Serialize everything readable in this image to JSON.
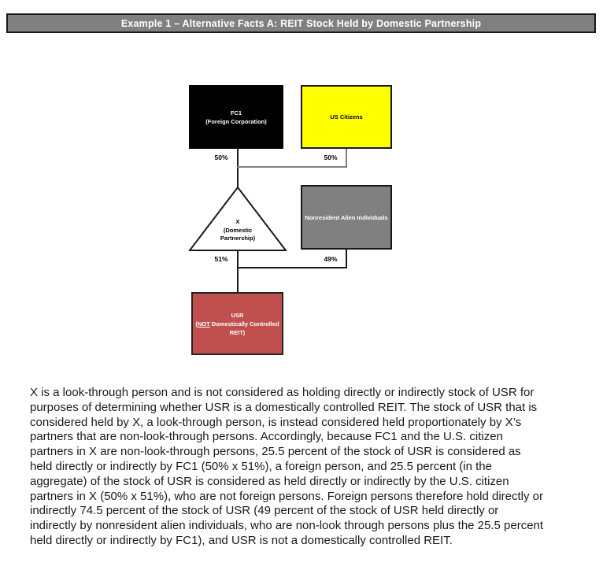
{
  "title_bar": {
    "text": "Example 1 – Alternative Facts A: REIT Stock Held by Domestic Partnership",
    "background": "#808080",
    "text_color": "#ffffff"
  },
  "diagram": {
    "fc1_box": {
      "line1": "FC1",
      "line2": "(Foreign Corporation)",
      "fill": "#000000",
      "text_color": "#ffffff"
    },
    "us_citizens_box": {
      "label": "US Citizens",
      "fill": "#ffff00",
      "text_color": "#000000"
    },
    "partnership_triangle": {
      "line1": "X",
      "line2": "(Domestic",
      "line3": "Partnership)",
      "fill": "#ffffff",
      "text_color": "#000000"
    },
    "nonresident_box": {
      "label": "Nonresident Alien Individuals",
      "fill": "#808080",
      "text_color": "#ffffff"
    },
    "usr_box": {
      "line1": "USR",
      "line2_open": "(",
      "line2_underlined": "NOT",
      "line2_rest": " Domestically Controlled",
      "line3": "REIT)",
      "fill": "#c0504d",
      "text_color": "#ffffff"
    },
    "ownership_labels": {
      "fc1_pct": "50%",
      "us_citizens_pct": "50%",
      "partnership_pct": "51%",
      "nonresident_pct": "49%"
    }
  },
  "paragraph": {
    "lines": [
      "X is a look-through person and is not considered as holding directly or indirectly stock of USR for",
      "purposes of determining whether USR is a domestically controlled REIT. The stock of USR that is",
      "considered held by X, a look-through person, is instead considered held proportionately by X’s",
      "partners that are non-look-through persons. Accordingly, because FC1 and the U.S. citizen",
      "partners in X are non-look-through persons, 25.5 percent of the stock of USR is considered as",
      "held directly or indirectly by FC1 (50% x 51%), a foreign person, and 25.5 percent (in the",
      "aggregate) of the stock of USR is considered as held directly or indirectly by the U.S. citizen",
      "partners in X (50% x 51%), who are not foreign persons. Foreign persons therefore hold directly or",
      "indirectly 74.5 percent of the stock of USR (49 percent of the stock of USR held directly or",
      "indirectly by nonresident alien individuals, who are non-look through persons plus the 25.5 percent",
      "held directly or indirectly by FC1), and USR is not a domestically controlled REIT."
    ]
  }
}
